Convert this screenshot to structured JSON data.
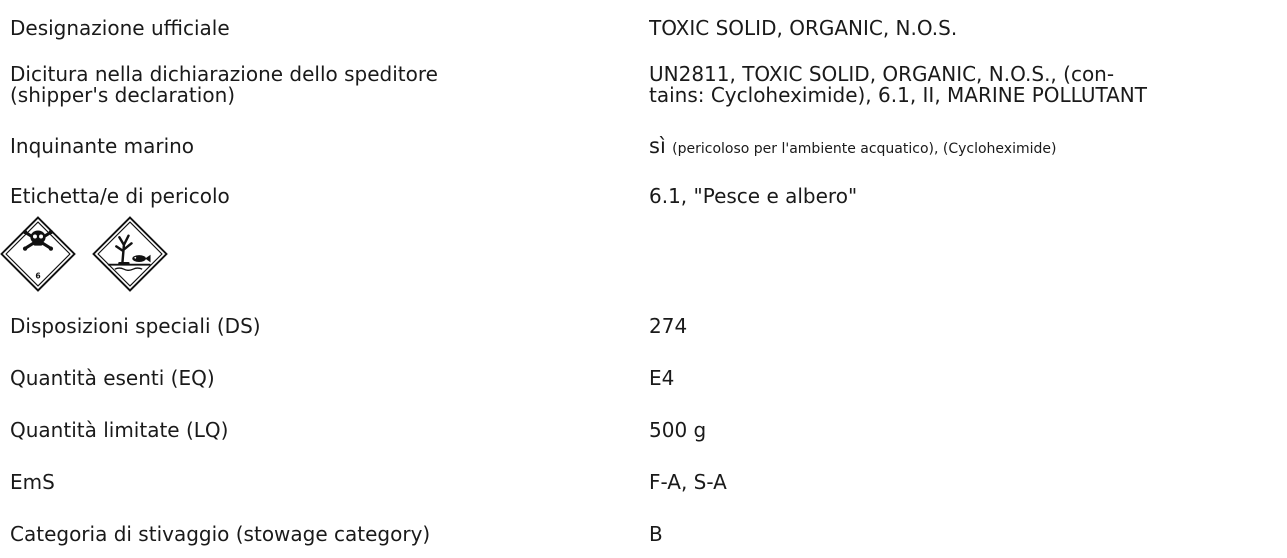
{
  "rows": [
    {
      "label": "Designazione ufficiale",
      "value": "TOXIC SOLID, ORGANIC, N.O.S."
    },
    {
      "label_line1": "Dicitura nella dichiarazione dello speditore",
      "label_line2": "(shipper's declaration)",
      "value_line1": "UN2811, TOXIC SOLID, ORGANIC, N.O.S., (con-",
      "value_line2": "tains: Cycloheximide), 6.1, II, MARINE POLLUTANT"
    },
    {
      "label": "Inquinante marino",
      "value_main": "sì",
      "value_note": "(pericoloso per l'ambiente acquatico), (Cycloheximide)"
    },
    {
      "label": "Etichetta/e di pericolo",
      "value": "6.1, \"Pesce e albero\""
    },
    {
      "label": "Disposizioni speciali (DS)",
      "value": "274"
    },
    {
      "label": "Quantità esenti (EQ)",
      "value": "E4"
    },
    {
      "label": "Quantità limitate (LQ)",
      "value": "500 g"
    },
    {
      "label": "EmS",
      "value": "F-A, S-A"
    },
    {
      "label": "Categoria di stivaggio (stowage category)",
      "value": "B"
    }
  ],
  "pictograms": {
    "toxic": {
      "class_number": "6"
    },
    "environment": {}
  }
}
